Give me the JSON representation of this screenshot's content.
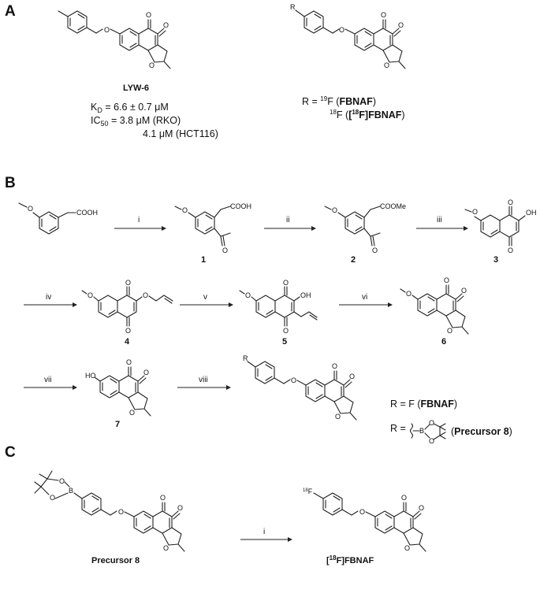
{
  "panels": {
    "a": "A",
    "b": "B",
    "c": "C"
  },
  "panel_a": {
    "lyw6_name": "LYW-6",
    "kd_text": "K",
    "kd_sub": "D",
    "kd_value": " = 6.6 ± 0.7 μM",
    "ic50_text": "IC",
    "ic50_sub": "50",
    "ic50_value": " = 3.8 μM (RKO)",
    "ic50_value2": "4.1 μM (HCT116)",
    "r_line1_pre": "R = ",
    "r_line1_sup": "19",
    "r_line1_mid": "F (",
    "r_line1_bold": "FBNAF",
    "r_line1_end": ")",
    "r_line2_sup": "18",
    "r_line2_mid": "F (",
    "r_line2_bold_pre": "[",
    "r_line2_bold_sup": "18",
    "r_line2_bold": "F]FBNAF",
    "r_line2_end": ")"
  },
  "panel_b": {
    "steps": [
      "i",
      "ii",
      "iii",
      "iv",
      "v",
      "vi",
      "vii",
      "viii"
    ],
    "compounds": [
      "1",
      "2",
      "3",
      "4",
      "5",
      "6",
      "7"
    ],
    "r_f_pre": "R = F (",
    "r_f_bold": "FBNAF",
    "r_f_end": ")",
    "r_bpin_pre": "R =",
    "r_bpin_open": "(",
    "r_bpin_bold": "Precursor 8",
    "r_bpin_end": ")",
    "cooh": "COOH",
    "coome": "COOMe"
  },
  "panel_c": {
    "step": "i",
    "precursor_name": "Precursor 8",
    "product_pre": "[",
    "product_sup": "18",
    "product_name": "F]FBNAF",
    "f18_sup": "18",
    "f18": "F"
  },
  "atoms": {
    "O": "O",
    "OH": "OH",
    "HO": "HO",
    "B": "B",
    "R": "R"
  }
}
